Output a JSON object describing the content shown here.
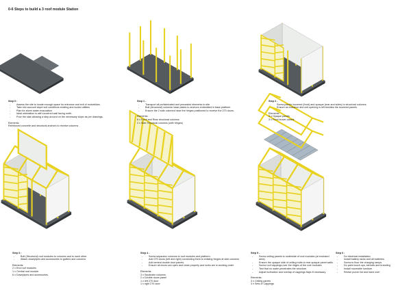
{
  "title": "0-6 Steps to build a 3 roof module Station",
  "colors": {
    "slab": "#555a5e",
    "slab_side": "#3d4144",
    "steel": "#e8d21f",
    "panel": "#eceeec",
    "glass": "#a9b8c4"
  },
  "steps": [
    {
      "heading": "Step 0 :",
      "bullets": [
        "Assess the site to locate enough space for entrance and exit of motorbikes.",
        "Take into account slope soil conditions existing and buried utilities",
        "Plan for storm water evacuation.",
        "Ideal orientation is with louvered wall facing north.",
        "Pour the slab allowing a step around on the necessary slope as per drawings."
      ],
      "elements_label": "Elements:",
      "elements": [
        "Reinforced concrete and structural anchors to receive columns"
      ]
    },
    {
      "heading": "Step 1 -",
      "bullets": [
        "Transport all prefabricated and precasted elements to site",
        "Bolt (structural) columns' base plates to anchors embedded in base platform",
        "Ensure the 2 side columns have the hinges positioned to receive the 270 doors."
      ],
      "elements_label": "Elements:",
      "elements": [
        "8 x Front and Rear structural columns",
        "2 x Side Structural columns (with hinges)"
      ]
    },
    {
      "heading": "Step 2 -",
      "bullets": [
        "Screw panels louvered (front) and opaque (rear and sides) to structural columns",
        "Ensure an entrance and exit opening is left besides the louvered panels."
      ],
      "elements_label": "Elements:",
      "elements": [
        "5 x Opaque panels",
        "3 x Front louver panels"
      ]
    },
    {
      "heading": "Step 3 :",
      "bullets": [
        "Bolt (Structural) roof modules to columns and to each other",
        "Attach downpipes and accessories to gutters and columns"
      ],
      "elements_label": "Elements:",
      "elements": [
        "2 x End roof modules",
        "1 x Central roof module",
        "6 x Downpipes and accessories."
      ]
    },
    {
      "heading": "Step 4 -",
      "bullets": [
        "Screw separator columns to roof modules and platform.",
        "Add 270 doors (left and right) connecting them to existing hinges at side columns",
        "Add central double door panels.",
        "Ensure all doors can open and close properly and locks are in working order"
      ],
      "elements_label": "Elements:",
      "elements": [
        "3 x Separator columns",
        "2 x Double doors panel",
        "1 x left 270 door",
        "1 x right 270 door"
      ]
    },
    {
      "heading": "Step 5 -",
      "bullets": [
        "Screw ceiling panels to underside of roof modules (at enclosed area)",
        "Ensure the opaque side of ceiling butts to rear opaque panel walls",
        "Screw roof cappings over the ridges of the roof modules.",
        "Test that no water penetrates the structure.",
        "Adjust inclination and overlap of cappings flaps if necessary."
      ],
      "elements_label": "Elements:",
      "elements": [
        "3 x Ceiling panels",
        "3 x Sets of Cappings"
      ]
    },
    {
      "heading": "Step 6 :",
      "bullets": [
        "Do electrical installation",
        "Install battery racks and all batteries",
        "Screw to floor the charging ramps",
        "Do paint touch ups, stencils and branding",
        "Install moveable furniture",
        "Revise punch list and hand over"
      ]
    }
  ]
}
